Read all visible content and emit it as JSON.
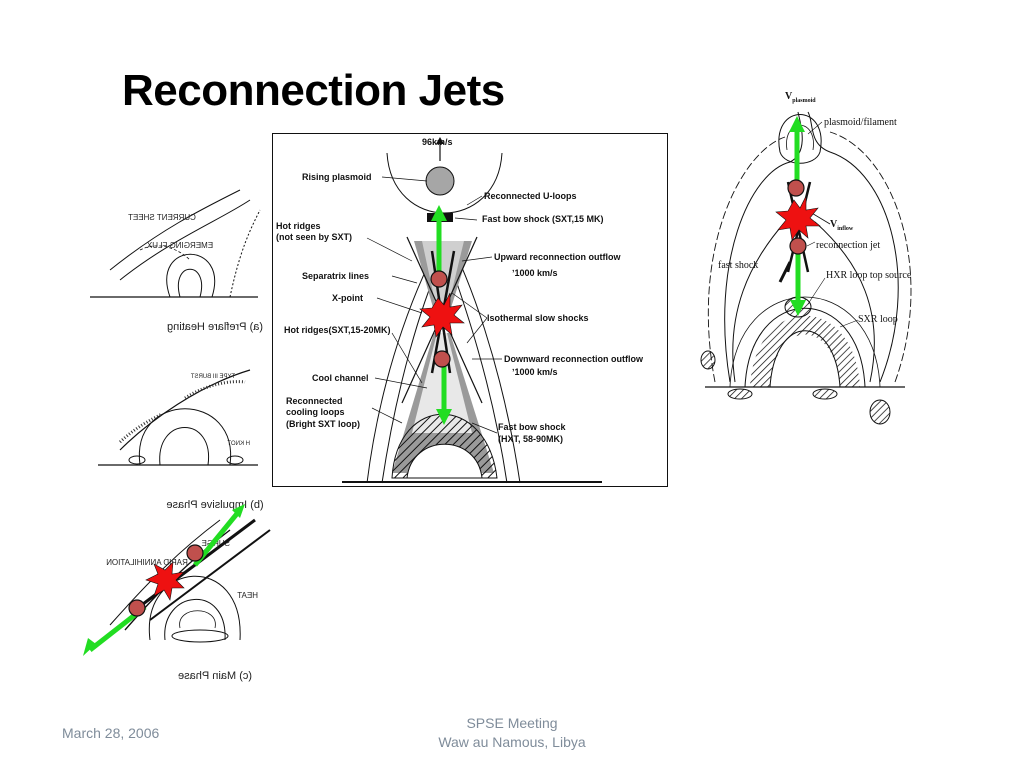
{
  "slide": {
    "title": "Reconnection Jets",
    "footer_date": "March 28, 2006",
    "footer_line1": "SPSE Meeting",
    "footer_line2": "Waw au Namous, Libya"
  },
  "left_panels": {
    "a_caption": "(a)  Preflare Heating",
    "a_labels": [
      "CURRENT SHEET",
      "EMERGING FLUX"
    ],
    "b_caption": "(b)  Impulsive Phase",
    "b_labels": [
      "TYPE III BURST",
      "H KNOT"
    ],
    "c_caption": "(c)  Main Phase",
    "c_labels": [
      "SURGE",
      "RAPID ANNIHILATION",
      "HEAT"
    ]
  },
  "center_diagram": {
    "speed_top": "96km/s",
    "labels": {
      "rising_plasmoid": "Rising plasmoid",
      "reconnected_u_loops": "Reconnected U-loops",
      "fast_bow_shock_top": "Fast bow shock (SXT,15 MK)",
      "hot_ridges_top": "Hot ridges",
      "hot_ridges_top_2": "(not seen by SXT)",
      "upward_outflow": "Upward reconnection outflow",
      "upward_speed": "ʼ1000 km/s",
      "separatrix": "Separatrix lines",
      "x_point": "X-point",
      "isothermal": "Isothermal  slow shocks",
      "hot_ridges_bottom": "Hot ridges(SXT,15-20MK)",
      "downward_outflow": "Downward reconnection outflow",
      "downward_speed": "ʼ1000 km/s",
      "cool_channel": "Cool channel",
      "reconnected_cooling": "Reconnected",
      "reconnected_cooling_2": "cooling loops",
      "reconnected_cooling_3": "(Bright SXT loop)",
      "fast_bow_shock_bottom": "Fast bow shock",
      "fast_bow_shock_bottom_2": "(HXT, 58-90MK)"
    }
  },
  "right_diagram": {
    "v_plasmoid": "V",
    "v_plasmoid_sub": "plasmoid",
    "plasmoid_filament": "plasmoid/filament",
    "v_inflow": "V",
    "v_inflow_sub": "inflow",
    "reconnection_jet": "reconnection jet",
    "fast_shock": "fast shock",
    "hxr_source": "HXR loop top source",
    "sxr_loop": "SXR loop"
  },
  "colors": {
    "jet_arrow": "#22dd22",
    "x_point_star": "#ee1111",
    "blob": "#c0504d"
  }
}
